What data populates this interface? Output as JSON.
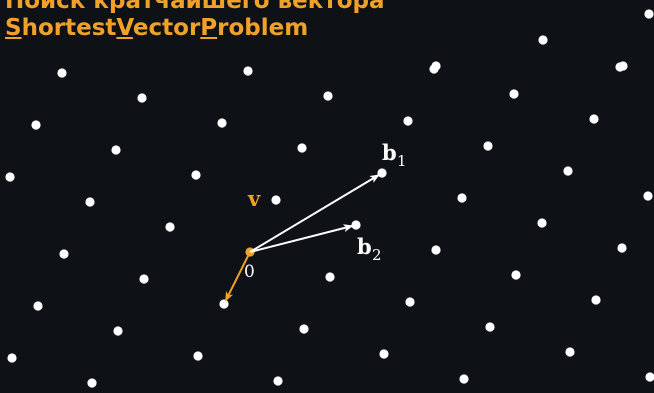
{
  "title": {
    "ru": "Поиск кратчайшего вектора",
    "en_parts": [
      {
        "text": "S",
        "underline": true
      },
      {
        "text": "hortest",
        "underline": false
      },
      {
        "text": "V",
        "underline": true
      },
      {
        "text": "ector",
        "underline": false
      },
      {
        "text": "P",
        "underline": true
      },
      {
        "text": "roblem",
        "underline": false
      }
    ]
  },
  "labels": {
    "origin": "0",
    "v": "v",
    "b1_base": "b",
    "b1_sub": "1",
    "b2_base": "b",
    "b2_sub": "2"
  },
  "vectors": {
    "b1": [
      1,
      0
    ],
    "b2": [
      0,
      1
    ],
    "v": [
      -1,
      1
    ]
  },
  "colors": {
    "background": "#0e1116",
    "lattice_point": "#ffffff",
    "basis_vector": "#ffffff",
    "shortest_vector": "#f0a12a",
    "title": "#f0a12a"
  }
}
